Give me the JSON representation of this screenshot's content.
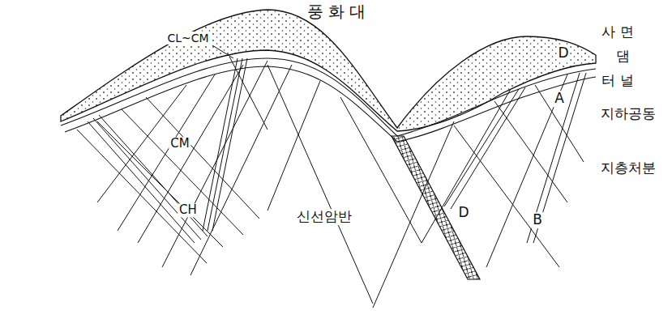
{
  "diagram": {
    "labels": [
      "풍 화 대",
      "사 면",
      "댐",
      "터 널",
      "지하공동",
      "지층처분",
      "CL~CM",
      "D",
      "A",
      "CM",
      "CH",
      "D",
      "B",
      "신선암반"
    ]
  }
}
